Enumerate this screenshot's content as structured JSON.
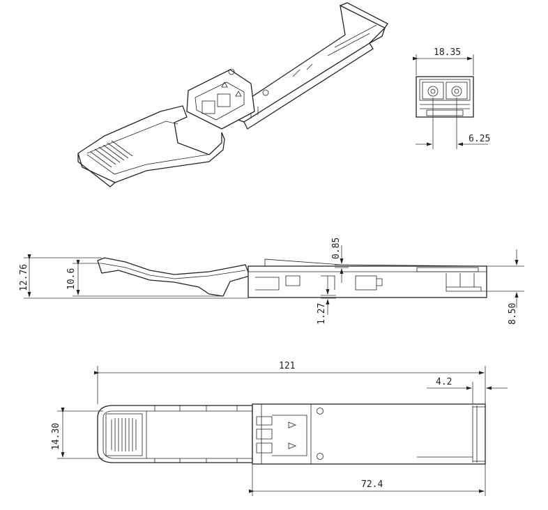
{
  "dimensions": {
    "front_width": "18.35",
    "front_pitch": "6.25",
    "side_height_total": "12.76",
    "side_height_handle": "10.6",
    "side_top_offset": "0.85",
    "side_bottom_offset": "1.27",
    "side_rear_height": "8.50",
    "top_length_total": "121",
    "top_rear_offset": "4.2",
    "top_width": "14.30",
    "top_body_length": "72.4"
  },
  "colors": {
    "line": "#222222",
    "background": "#ffffff"
  }
}
